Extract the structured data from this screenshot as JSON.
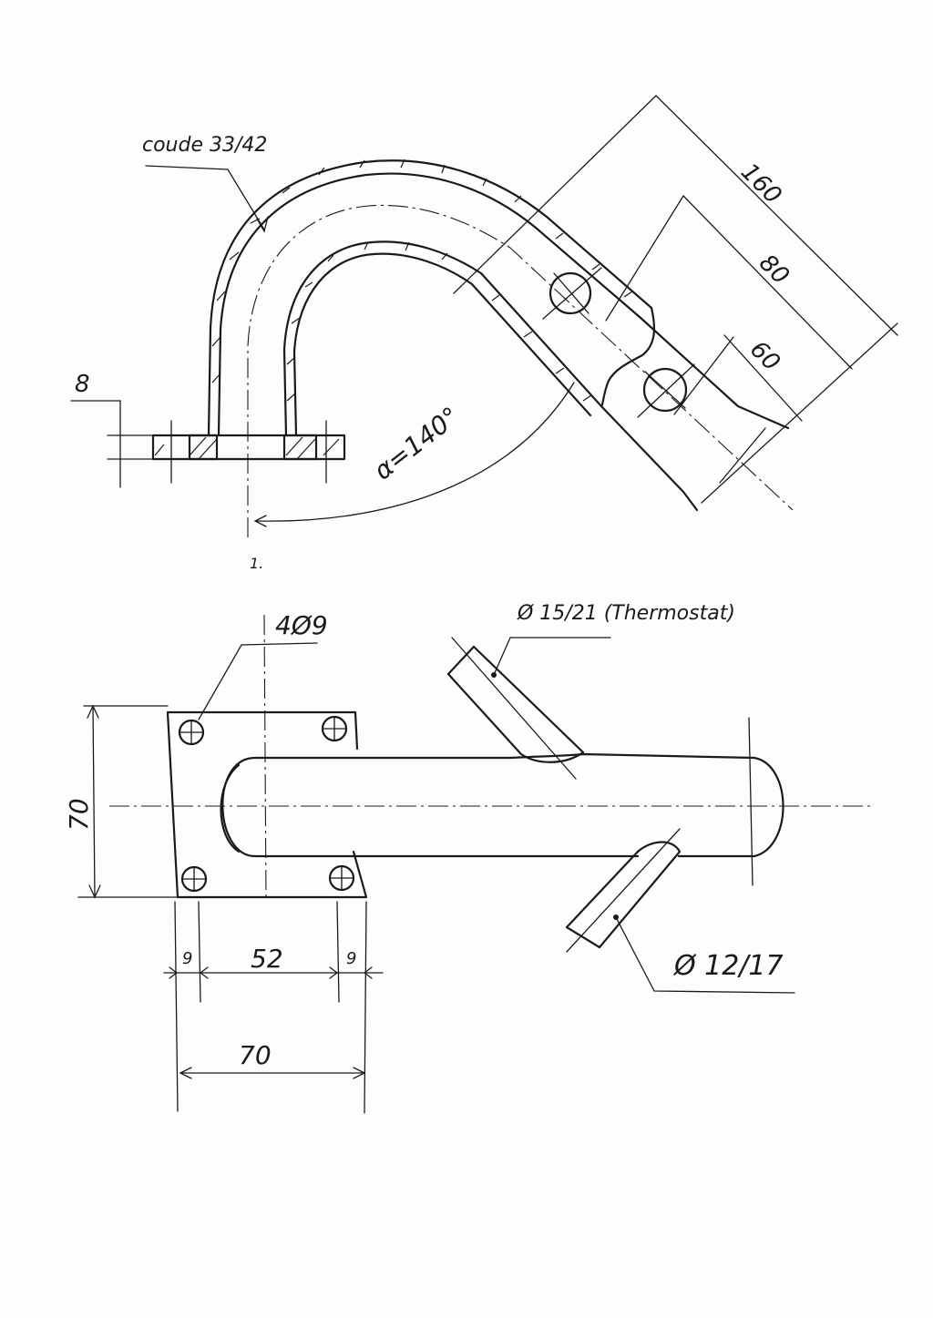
{
  "drawing": {
    "label_elbow": "coude 33/42",
    "dim_plate_thickness": "8",
    "dim_overall_length": "160",
    "dim_hole_spacing": "80",
    "dim_hole_offset": "60",
    "angle_label": "α=140°",
    "view_marker": "1.",
    "label_plate_holes": "4Ø9",
    "dim_plate_height": "70",
    "dim_edge_left": "9",
    "dim_hole_pitch": "52",
    "dim_edge_right": "9",
    "dim_plate_width": "70",
    "label_thermostat_pipe": "Ø 15/21 (Thermostat)",
    "label_small_pipe": "Ø 12/17"
  }
}
